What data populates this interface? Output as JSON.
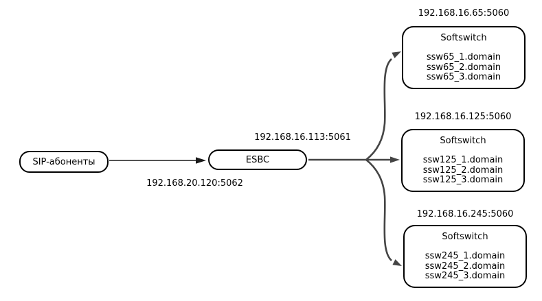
{
  "canvas": {
    "background": "#ffffff",
    "box_border_color": "#000000",
    "fanout_line_color": "#444444",
    "arrow_color": "#1a1a1a"
  },
  "nodes": {
    "sip": {
      "label": "SIP-абоненты"
    },
    "esbc": {
      "label": "ESBC"
    },
    "softswitches": [
      {
        "address": "192.168.16.65:5060",
        "title": "Softswitch",
        "domains": [
          "ssw65_1.domain",
          "ssw65_2.domain",
          "ssw65_3.domain"
        ]
      },
      {
        "address": "192.168.16.125:5060",
        "title": "Softswitch",
        "domains": [
          "ssw125_1.domain",
          "ssw125_2.domain",
          "ssw125_3.domain"
        ]
      },
      {
        "address": "192.168.16.245:5060",
        "title": "Softswitch",
        "domains": [
          "ssw245_1.domain",
          "ssw245_2.domain",
          "ssw245_3.domain"
        ]
      }
    ]
  },
  "edge_labels": {
    "esbc_uplink": "192.168.16.113:5061",
    "esbc_downlink": "192.168.20.120:5062"
  }
}
